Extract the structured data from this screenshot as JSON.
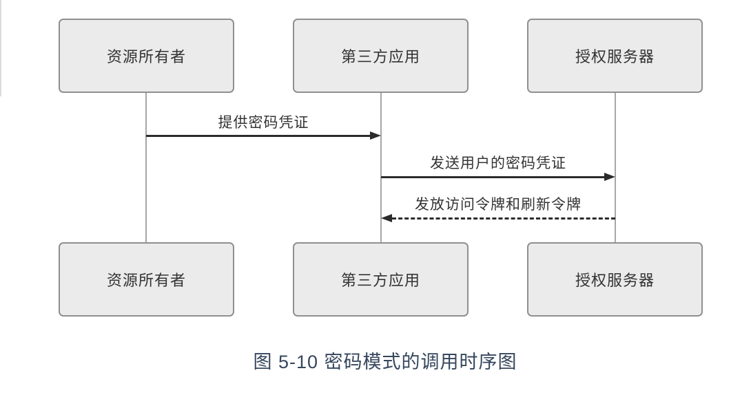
{
  "diagram": {
    "type": "sequence-diagram",
    "actors": [
      {
        "id": "resource-owner",
        "label": "资源所有者"
      },
      {
        "id": "third-party-app",
        "label": "第三方应用"
      },
      {
        "id": "auth-server",
        "label": "授权服务器"
      }
    ],
    "messages": [
      {
        "from": "resource-owner",
        "to": "third-party-app",
        "label": "提供密码凭证",
        "line_style": "solid",
        "direction": "right"
      },
      {
        "from": "third-party-app",
        "to": "auth-server",
        "label": "发送用户的密码凭证",
        "line_style": "solid",
        "direction": "right"
      },
      {
        "from": "auth-server",
        "to": "third-party-app",
        "label": "发放访问令牌和刷新令牌",
        "line_style": "dashed",
        "direction": "left"
      }
    ],
    "caption": "图 5-10 密码模式的调用时序图"
  },
  "colors": {
    "background": "#ffffff",
    "box_fill": "#ebebeb",
    "box_border": "#8f8f8f",
    "box_text": "#333333",
    "lifeline": "#a6a6a6",
    "arrow": "#2b2b2b",
    "message_text": "#333333",
    "caption_text": "#36465d",
    "page_edge": "#dcdcdc"
  }
}
